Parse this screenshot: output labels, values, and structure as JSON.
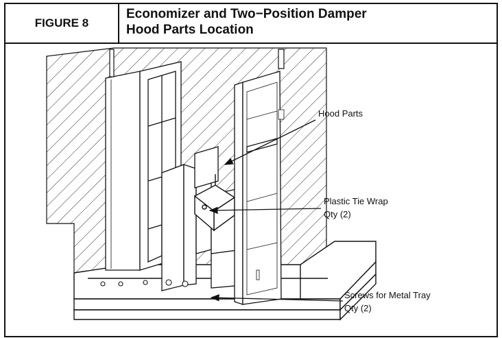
{
  "figure": {
    "number": "FIGURE 8",
    "title_line1": "Economizer and Two−Position Damper",
    "title_line2": "Hood Parts Location"
  },
  "callouts": [
    {
      "id": "hood-parts",
      "lines": [
        "Hood Parts"
      ]
    },
    {
      "id": "plastic-tie-wrap",
      "lines": [
        "Plastic Tie Wrap",
        "Qty (2)"
      ]
    },
    {
      "id": "screws-metal-tray",
      "lines": [
        "Screws for Metal Tray",
        "Qty (2)"
      ]
    }
  ],
  "colors": {
    "line": "#111111",
    "background": "#ffffff"
  }
}
